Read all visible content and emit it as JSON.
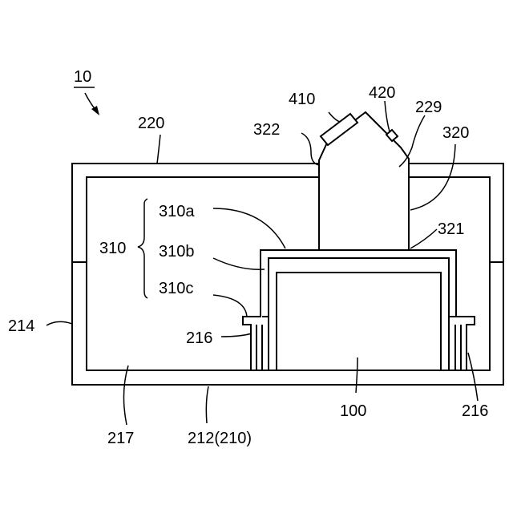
{
  "labels": {
    "ref_10": "10",
    "ref_220": "220",
    "ref_322": "322",
    "ref_410": "410",
    "ref_420": "420",
    "ref_229": "229",
    "ref_320": "320",
    "ref_310": "310",
    "ref_310a": "310a",
    "ref_310b": "310b",
    "ref_310c": "310c",
    "ref_321": "321",
    "ref_214": "214",
    "ref_216_left": "216",
    "ref_216_right": "216",
    "ref_217": "217",
    "ref_212": "212(210)",
    "ref_100": "100"
  }
}
